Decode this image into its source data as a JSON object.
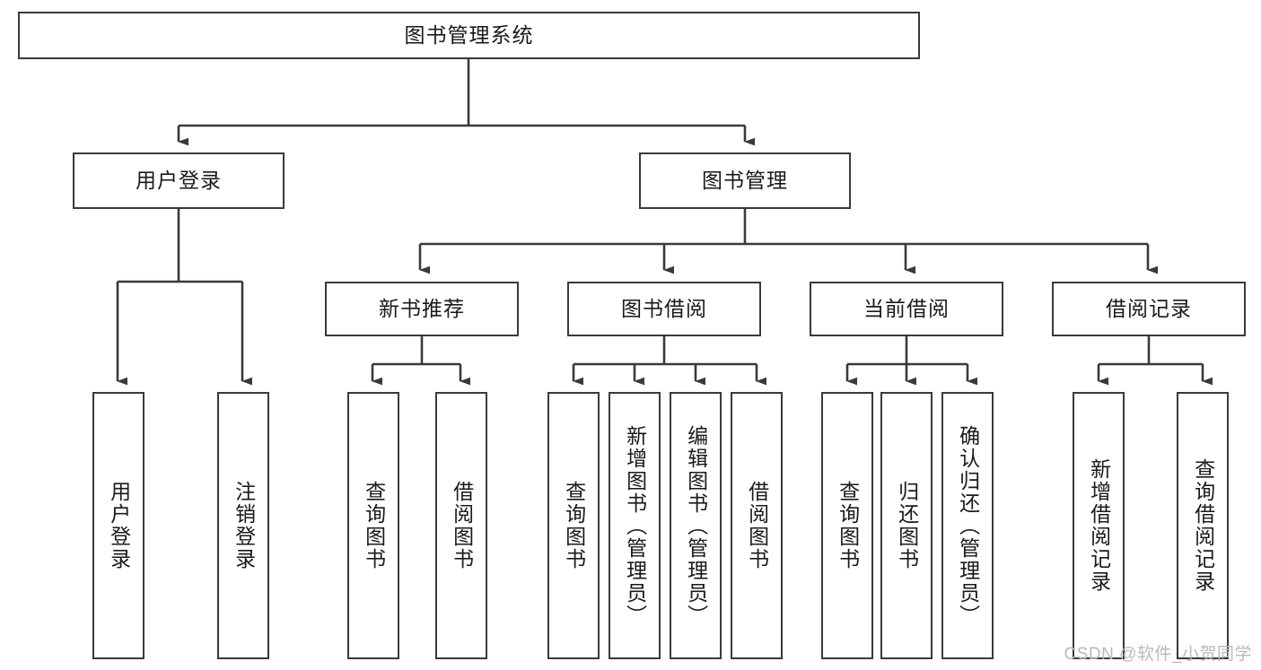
{
  "diagram": {
    "title": "图书管理系统",
    "watermark": "CSDN @软件_小贺同学",
    "colors": {
      "box_border": "#3a3a3a",
      "connector": "#3a3a3a",
      "box_fill": "#ffffff",
      "text": "#1a1a1a",
      "watermark": "#b9b9b9"
    },
    "root": {
      "label": "图书管理系统",
      "orientation": "horizontal"
    },
    "level2": [
      {
        "label": "用户登录",
        "orientation": "horizontal"
      },
      {
        "label": "图书管理",
        "orientation": "horizontal"
      }
    ],
    "level3": [
      {
        "label": "新书推荐",
        "orientation": "horizontal"
      },
      {
        "label": "图书借阅",
        "orientation": "horizontal"
      },
      {
        "label": "当前借阅",
        "orientation": "horizontal"
      },
      {
        "label": "借阅记录",
        "orientation": "horizontal"
      }
    ],
    "leaves": {
      "user_login": [
        {
          "label": "用户登录",
          "orientation": "vertical"
        },
        {
          "label": "注销登录",
          "orientation": "vertical"
        }
      ],
      "new_book_recommend": [
        {
          "label": "查询图书",
          "orientation": "vertical"
        },
        {
          "label": "借阅图书",
          "orientation": "vertical"
        }
      ],
      "book_borrow": [
        {
          "label": "查询图书",
          "orientation": "vertical"
        },
        {
          "label": "新增图书（管理员）",
          "orientation": "vertical"
        },
        {
          "label": "编辑图书（管理员）",
          "orientation": "vertical"
        },
        {
          "label": "借阅图书",
          "orientation": "vertical"
        }
      ],
      "current_borrow": [
        {
          "label": "查询图书",
          "orientation": "vertical"
        },
        {
          "label": "归还图书",
          "orientation": "vertical"
        },
        {
          "label": "确认归还（管理员）",
          "orientation": "vertical"
        }
      ],
      "borrow_record": [
        {
          "label": "新增借阅记录",
          "orientation": "vertical"
        },
        {
          "label": "查询借阅记录",
          "orientation": "vertical"
        }
      ]
    }
  }
}
